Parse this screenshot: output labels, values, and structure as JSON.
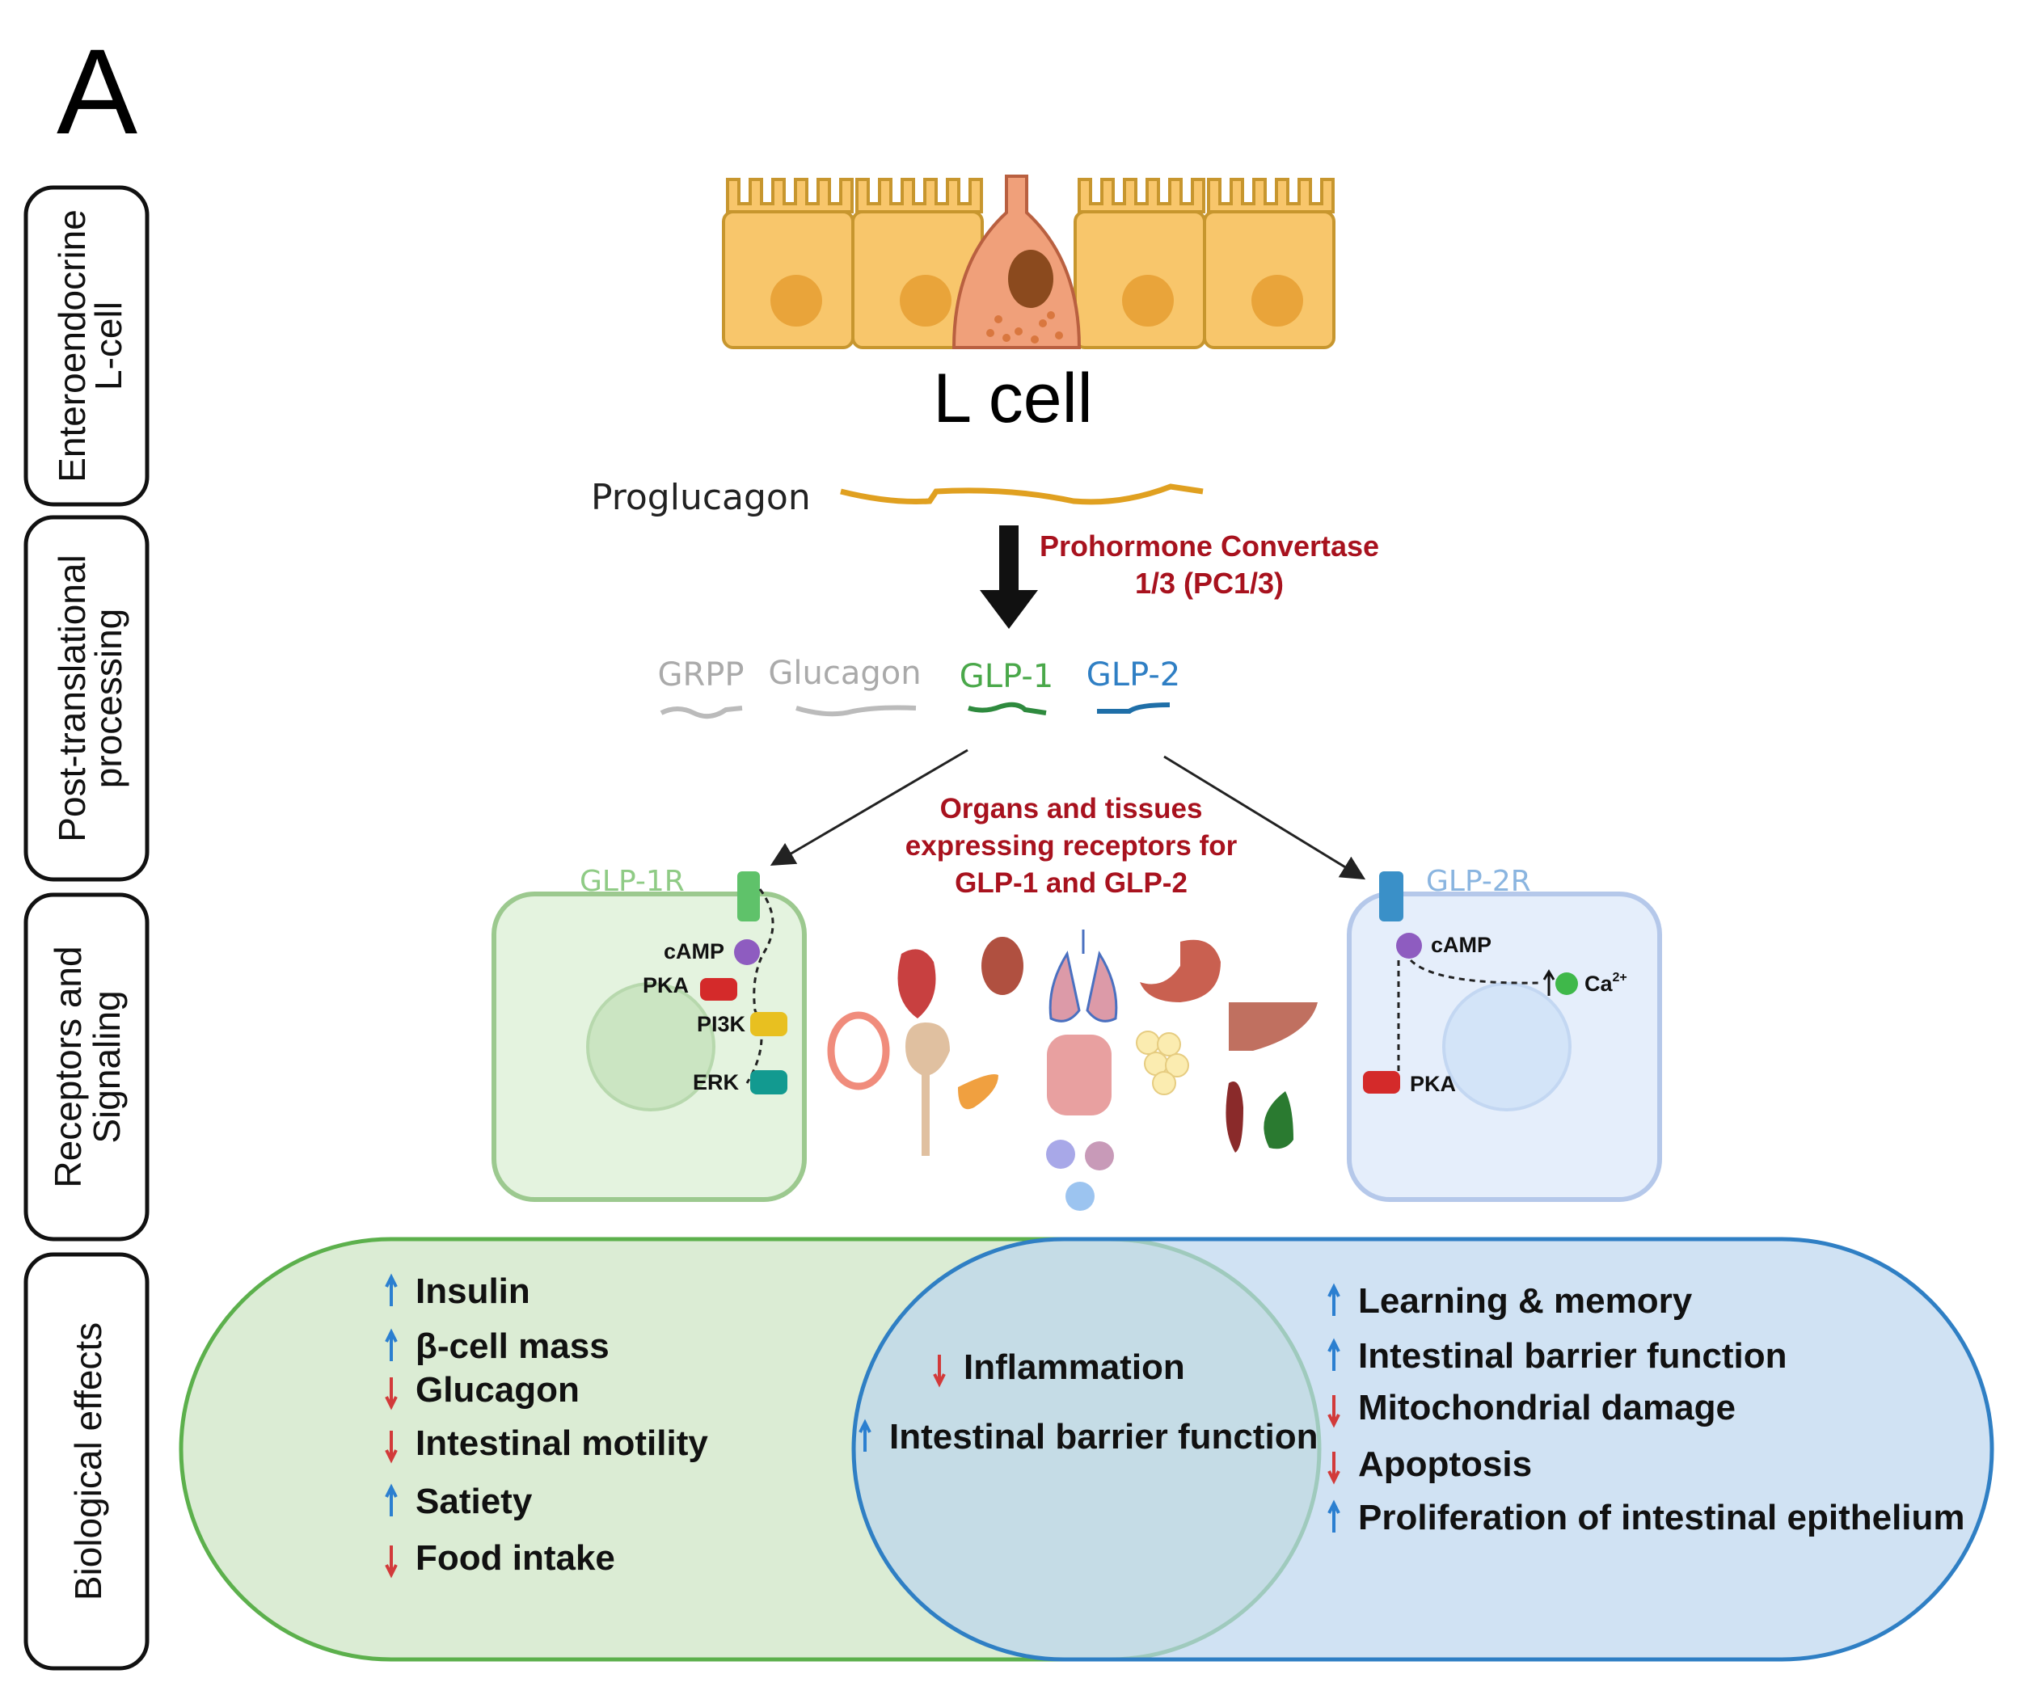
{
  "panel_label": "A",
  "side_labels": [
    {
      "line1": "Enteroendocrine",
      "line2": "L-cell"
    },
    {
      "line1": "Post-translational",
      "line2": "processing"
    },
    {
      "line1": "Receptors and",
      "line2": "Signaling"
    },
    {
      "line1": "Biological effects",
      "line2": ""
    }
  ],
  "lcell": {
    "title": "L cell"
  },
  "processing": {
    "precursor": "Proglucagon",
    "enzyme_line1": "Prohormone Convertase",
    "enzyme_line2": "1/3 (PC1/3)",
    "products": [
      "GRPP",
      "Glucagon",
      "GLP-1",
      "GLP-2"
    ]
  },
  "receptors": {
    "organs_line1": "Organs and tissues",
    "organs_line2": "expressing receptors for",
    "organs_line3": "GLP-1 and GLP-2",
    "glp1r": {
      "label": "GLP-1R",
      "molecules": [
        "cAMP",
        "PKA",
        "PI3K",
        "ERK"
      ]
    },
    "glp2r": {
      "label": "GLP-2R",
      "molecules": [
        "cAMP",
        "Ca",
        "2+",
        "PKA"
      ]
    }
  },
  "effects": {
    "glp1": [
      {
        "dir": "up",
        "text": "Insulin"
      },
      {
        "dir": "up",
        "text": "β-cell mass"
      },
      {
        "dir": "down",
        "text": "Glucagon"
      },
      {
        "dir": "down",
        "text": "Intestinal motility"
      },
      {
        "dir": "up",
        "text": "Satiety"
      },
      {
        "dir": "down",
        "text": "Food intake"
      }
    ],
    "shared": [
      {
        "dir": "down",
        "text": "Inflammation"
      },
      {
        "dir": "up",
        "text": "Intestinal barrier function"
      }
    ],
    "glp2": [
      {
        "dir": "up",
        "text": "Learning & memory"
      },
      {
        "dir": "up",
        "text": "Intestinal barrier function"
      },
      {
        "dir": "down",
        "text": "Mitochondrial damage"
      },
      {
        "dir": "down",
        "text": "Apoptosis"
      },
      {
        "dir": "up",
        "text": "Proliferation of intestinal epithelium"
      }
    ]
  },
  "colors": {
    "up": "#2b7fd0",
    "down": "#d23a3a",
    "glp1": "#4aa84a",
    "glp2": "#2f7fc4",
    "enzyme": "#a8121e",
    "inactive": "#aaaaaa"
  }
}
